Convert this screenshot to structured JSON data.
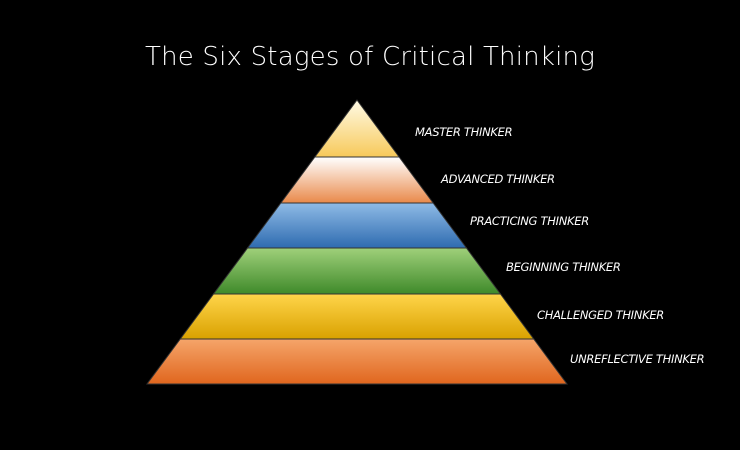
{
  "title": "The Six Stages of Critical Thinking",
  "stages": [
    {
      "label": "MASTER THINKER",
      "color_top": "#fffbe6",
      "color_bottom": "#f7c95a"
    },
    {
      "label": "ADVANCED THINKER",
      "color_top": "#ffffff",
      "color_bottom": "#e9894a"
    },
    {
      "label": "PRACTICING THINKER",
      "color_top": "#8fbbe6",
      "color_bottom": "#2e6bb0"
    },
    {
      "label": "BEGINNING THINKER",
      "color_top": "#9fd07a",
      "color_bottom": "#3f8a2a"
    },
    {
      "label": "CHALLENGED THINKER",
      "color_top": "#ffd54a",
      "color_bottom": "#d9a100"
    },
    {
      "label": "UNREFLECTIVE THINKER",
      "color_top": "#f5a56a",
      "color_bottom": "#e0661e"
    }
  ]
}
